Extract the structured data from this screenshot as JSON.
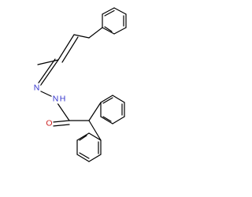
{
  "molecule": {
    "atom_labels": {
      "n_imine": "N",
      "n_amide": "N",
      "h_amide": "H",
      "o_carbonyl": "O"
    },
    "colors": {
      "bond": "#000000",
      "nitrogen": "#3333cc",
      "oxygen": "#cc2222",
      "background": "#ffffff"
    }
  }
}
